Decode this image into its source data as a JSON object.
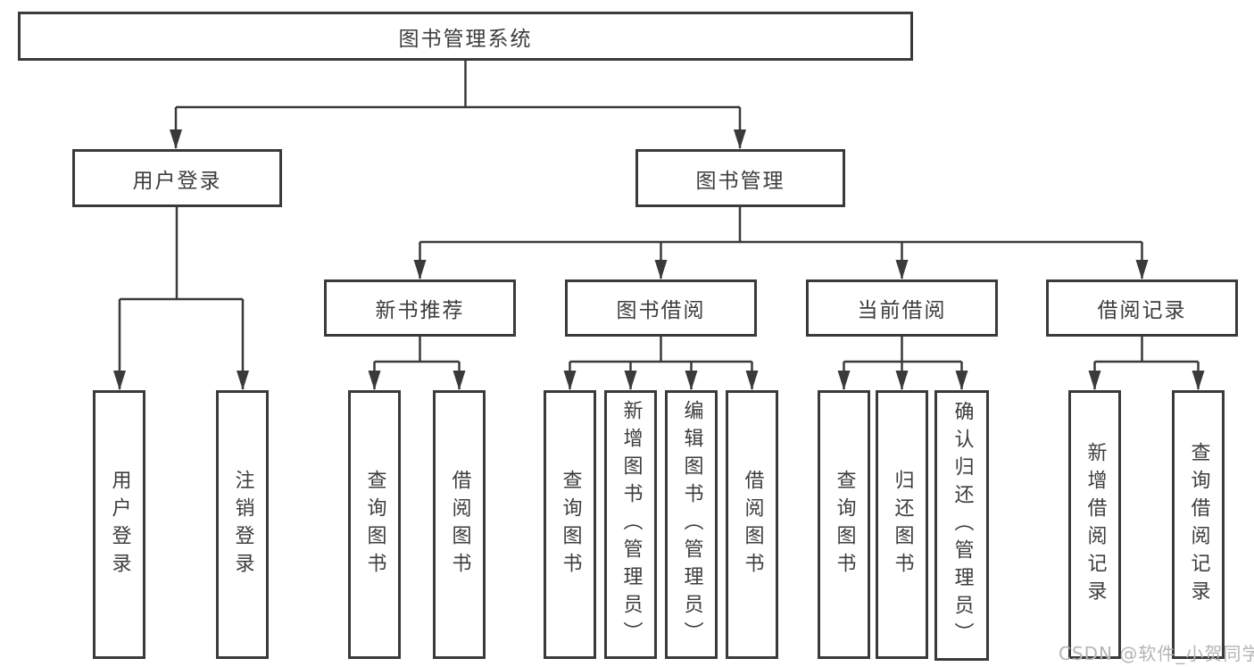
{
  "tree": {
    "root": {
      "label": "图书管理系统"
    },
    "branches": [
      {
        "label": "用户登录",
        "children": [
          {
            "label": "用户登录"
          },
          {
            "label": "注销登录"
          }
        ]
      },
      {
        "label": "图书管理",
        "children": [
          {
            "label": "新书推荐",
            "children": [
              {
                "label": "查询图书"
              },
              {
                "label": "借阅图书"
              }
            ]
          },
          {
            "label": "图书借阅",
            "children": [
              {
                "label": "查询图书"
              },
              {
                "label": "新增图书（管理员）"
              },
              {
                "label": "编辑图书（管理员）"
              },
              {
                "label": "借阅图书"
              }
            ]
          },
          {
            "label": "当前借阅",
            "children": [
              {
                "label": "查询图书"
              },
              {
                "label": "归还图书"
              },
              {
                "label": "确认归还（管理员）"
              }
            ]
          },
          {
            "label": "借阅记录",
            "children": [
              {
                "label": "新增借阅记录"
              },
              {
                "label": "查询借阅记录"
              }
            ]
          }
        ]
      }
    ]
  },
  "watermark": {
    "text": "CSDN @软件_小贺同学"
  },
  "colors": {
    "line": "#3a3a3a",
    "text": "#3d3d3d",
    "background": "#ffffff",
    "watermark": "#b5b5b5"
  }
}
